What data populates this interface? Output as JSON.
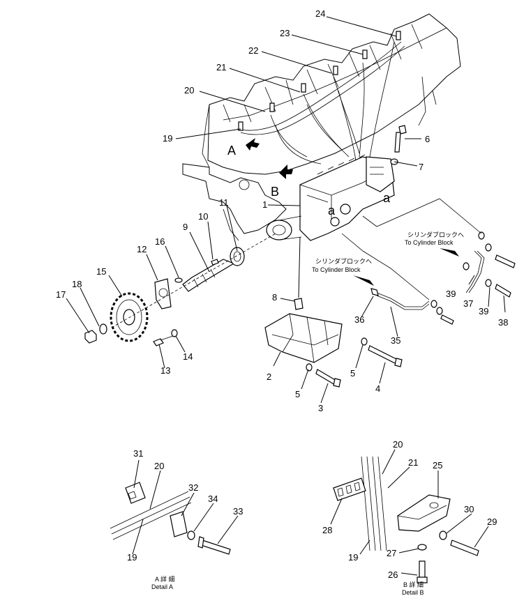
{
  "callouts": [
    {
      "id": "c1",
      "label": "1"
    },
    {
      "id": "c2",
      "label": "2"
    },
    {
      "id": "c3",
      "label": "3"
    },
    {
      "id": "c4",
      "label": "4"
    },
    {
      "id": "c5a",
      "label": "5"
    },
    {
      "id": "c5b",
      "label": "5"
    },
    {
      "id": "c6",
      "label": "6"
    },
    {
      "id": "c7",
      "label": "7"
    },
    {
      "id": "c8",
      "label": "8"
    },
    {
      "id": "c9",
      "label": "9"
    },
    {
      "id": "c10",
      "label": "10"
    },
    {
      "id": "c11",
      "label": "11"
    },
    {
      "id": "c12",
      "label": "12"
    },
    {
      "id": "c13",
      "label": "13"
    },
    {
      "id": "c14",
      "label": "14"
    },
    {
      "id": "c15",
      "label": "15"
    },
    {
      "id": "c16",
      "label": "16"
    },
    {
      "id": "c17",
      "label": "17"
    },
    {
      "id": "c18",
      "label": "18"
    },
    {
      "id": "c19a",
      "label": "19"
    },
    {
      "id": "c19b",
      "label": "19"
    },
    {
      "id": "c19c",
      "label": "19"
    },
    {
      "id": "c20a",
      "label": "20"
    },
    {
      "id": "c20b",
      "label": "20"
    },
    {
      "id": "c20c",
      "label": "20"
    },
    {
      "id": "c21a",
      "label": "21"
    },
    {
      "id": "c21b",
      "label": "21"
    },
    {
      "id": "c22",
      "label": "22"
    },
    {
      "id": "c23",
      "label": "23"
    },
    {
      "id": "c24",
      "label": "24"
    },
    {
      "id": "c25",
      "label": "25"
    },
    {
      "id": "c26",
      "label": "26"
    },
    {
      "id": "c27",
      "label": "27"
    },
    {
      "id": "c28",
      "label": "28"
    },
    {
      "id": "c29",
      "label": "29"
    },
    {
      "id": "c30",
      "label": "30"
    },
    {
      "id": "c31",
      "label": "31"
    },
    {
      "id": "c32",
      "label": "32"
    },
    {
      "id": "c33",
      "label": "33"
    },
    {
      "id": "c34",
      "label": "34"
    },
    {
      "id": "c35",
      "label": "35"
    },
    {
      "id": "c36",
      "label": "36"
    },
    {
      "id": "c37",
      "label": "37"
    },
    {
      "id": "c38",
      "label": "38"
    },
    {
      "id": "c39a",
      "label": "39"
    },
    {
      "id": "c39b",
      "label": "39"
    }
  ],
  "letters": {
    "A": "A",
    "B": "B",
    "a1": "a",
    "a2": "a"
  },
  "notes": {
    "cylinder_block_jp": "シリンダブロックへ",
    "cylinder_block_en": "To Cylinder Block"
  },
  "details": {
    "detail_a_jp": "A 詳 細",
    "detail_a_en": "Detail A",
    "detail_b_jp": "B 詳 細",
    "detail_b_en": "Detail B"
  }
}
